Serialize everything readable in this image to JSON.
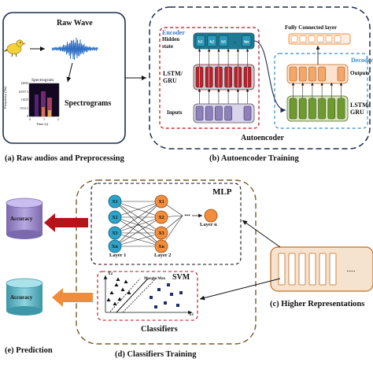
{
  "panel_a": {
    "title": "Raw Wave",
    "spectrograms_label": "Spectrograms",
    "spectrogram_title": "Spectrogram",
    "spectrogram_ylabel": "Frequency (Hz)",
    "spectrogram_yticks": [
      "22050",
      "16537.5",
      "11025",
      "5512.5",
      "0"
    ],
    "spectrogram_xlabel": "Time (s)",
    "spectrogram_xticks": [
      "0",
      "1",
      "2"
    ],
    "caption": "(a) Raw audios and Preprocessing"
  },
  "panel_b": {
    "encoder_label": "Encoder",
    "hidden_state_label": "Hidden state",
    "hidden_cells": [
      "h1",
      "h2",
      "h3",
      "...",
      "hn"
    ],
    "lstm_gru_label": "LSTM/ GRU",
    "inputs_label": "Inputs",
    "fc_label": "Fully Connected layer",
    "decoder_label": "Decoder",
    "outputs_label": "Outputs",
    "decoder_lstm_label": "LSTM/ GRU",
    "autoencoder_label": "Autoencoder",
    "caption": "(b) Autoencoder Training"
  },
  "panel_c": {
    "caption": "(c) Higher Representations"
  },
  "panel_d": {
    "mlp_label": "MLP",
    "mlp_inputs": [
      "X1",
      "X2",
      "X3",
      "Xn"
    ],
    "mlp_hidden": [
      "X1",
      "X2",
      "X3",
      "Xn"
    ],
    "layer1_label": "Layer 1",
    "layer2_label": "Layer 2",
    "layern_label": "Layer n",
    "svm_label": "SVM",
    "svm_x1": "X1",
    "svm_x2": "X2",
    "margin_label": "Margin Max",
    "classifiers_label": "Classifiers",
    "caption": "(d) Classifiers Training"
  },
  "panel_e": {
    "accuracy_top": "Accuracy",
    "accuracy_bottom": "Accuracy",
    "caption": "(e) Prediction"
  },
  "colors": {
    "navy": "#1f2d4f",
    "accuracy_top_fill": "#9a88c8",
    "accuracy_bottom_fill": "#6ab9c8",
    "arrow_red": "#b8121b",
    "arrow_orange": "#f08c3a",
    "repr_fill": "#f6e3cf"
  }
}
